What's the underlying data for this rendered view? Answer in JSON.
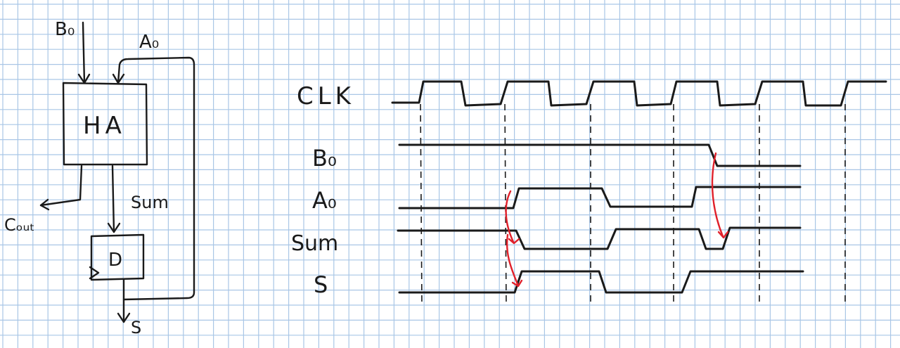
{
  "colors": {
    "grid": "#a9c6e6",
    "ink": "#1a1a1a",
    "arrow": "#e0202a",
    "paper": "#ffffff"
  },
  "circuit": {
    "input_b": "B₀",
    "input_a": "A₀",
    "half_adder_label": "HA",
    "carry_out_label": "Cₒᵤₜ",
    "sum_label": "Sum",
    "flipflop_label": "D",
    "output_label": "S"
  },
  "timing": {
    "signals": [
      {
        "name": "CLK"
      },
      {
        "name": "B₀"
      },
      {
        "name": "A₀"
      },
      {
        "name": "Sum"
      },
      {
        "name": "S"
      }
    ]
  }
}
